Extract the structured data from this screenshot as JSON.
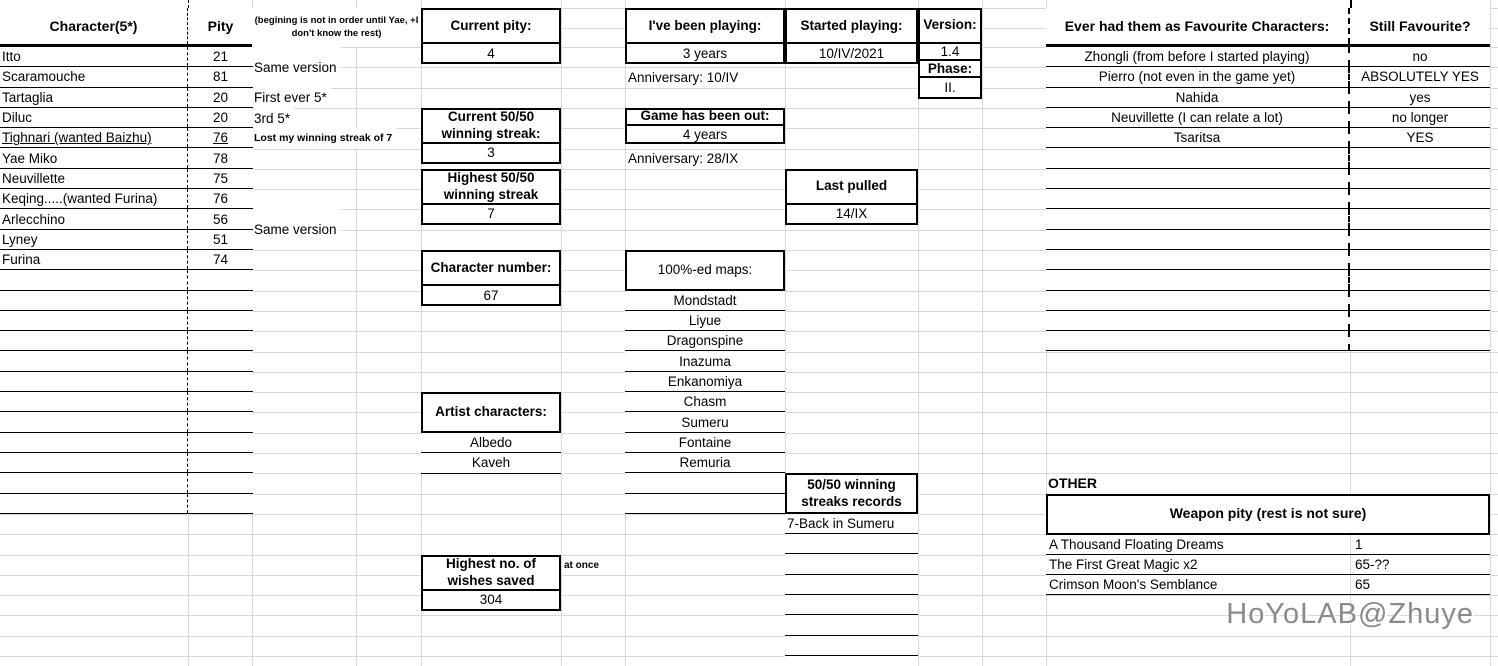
{
  "colors": {
    "border": "#000000",
    "grid": "#d9d9d9",
    "background": "#ffffff",
    "watermark": "#8a8a8a"
  },
  "character_table": {
    "header": {
      "character": "Character(5*)",
      "pity": "Pity",
      "note": "(begining is not in order until Yae, +I don't know the rest)"
    },
    "rows": [
      {
        "name": "Itto",
        "pity": "21"
      },
      {
        "name": "Scaramouche",
        "pity": "81"
      },
      {
        "name": "Tartaglia",
        "pity": "20"
      },
      {
        "name": "Diluc",
        "pity": "20"
      },
      {
        "name": "Tighnari (wanted Baizhu)",
        "pity": "76",
        "underline": true
      },
      {
        "name": "Yae Miko",
        "pity": "78"
      },
      {
        "name": "Neuvillette",
        "pity": "75"
      },
      {
        "name": "Keqing.....(wanted Furina)",
        "pity": "76"
      },
      {
        "name": "Arlecchino",
        "pity": "56"
      },
      {
        "name": "Lyney",
        "pity": "51"
      },
      {
        "name": "Furina",
        "pity": "74"
      }
    ]
  },
  "side_notes": [
    {
      "text": "Same version"
    },
    {
      "text": "First ever 5*"
    },
    {
      "text": "3rd 5*"
    },
    {
      "text": "Lost my winning streak of 7"
    },
    {
      "text": "Same version"
    }
  ],
  "boxes": {
    "current_pity": {
      "label": "Current pity:",
      "value": "4"
    },
    "current_streak": {
      "label": "Current 50/50 winning streak:",
      "value": "3"
    },
    "highest_streak": {
      "label": "Highest 50/50 winning streak",
      "value": "7"
    },
    "character_number": {
      "label": "Character number:",
      "value": "67"
    },
    "artist_characters": {
      "label": "Artist characters:",
      "values": [
        "Albedo",
        "Kaveh"
      ]
    },
    "highest_wishes": {
      "label": "Highest no. of wishes saved",
      "value": "304",
      "annotation": "at once"
    },
    "playing": {
      "label": "I've been playing:",
      "value": "3 years",
      "anniversary": "Anniversary: 10/IV"
    },
    "game_out": {
      "label": "Game has been out:",
      "value": "4 years",
      "anniversary": "Anniversary: 28/IX"
    },
    "started": {
      "label": "Started playing:",
      "value": "10/IV/2021"
    },
    "version": {
      "label": "Version:",
      "value": "1.4",
      "phase_label": "Phase:",
      "phase_value": "II."
    },
    "last_pulled": {
      "label": "Last pulled",
      "value": "14/IX"
    },
    "maps": {
      "label": "100%-ed maps:",
      "values": [
        "Mondstadt",
        "Liyue",
        "Dragonspine",
        "Inazuma",
        "Enkanomiya",
        "Chasm",
        "Sumeru",
        "Fontaine",
        "Remuria"
      ]
    },
    "streak_records": {
      "label": "50/50 winning streaks records",
      "values": [
        "7-Back in Sumeru"
      ]
    }
  },
  "favourites": {
    "header": "Ever had them as Favourite Characters:",
    "still_header": "Still Favourite?",
    "rows": [
      {
        "name": "Zhongli (from before I started playing)",
        "still": "no"
      },
      {
        "name": "Pierro (not even in the game yet)",
        "still": "ABSOLUTELY YES"
      },
      {
        "name": "Nahida",
        "still": "yes"
      },
      {
        "name": "Neuvillette (I can relate a lot)",
        "still": "no longer"
      },
      {
        "name": "Tsaritsa",
        "still": "YES"
      }
    ]
  },
  "other": {
    "label": "OTHER",
    "weapon_title": "Weapon pity (rest is not sure)",
    "rows": [
      {
        "name": "A Thousand Floating Dreams",
        "pity": "1"
      },
      {
        "name": "The First Great Magic x2",
        "pity": "65-??"
      },
      {
        "name": "Crimson Moon's Semblance",
        "pity": "65"
      }
    ]
  },
  "watermark": "HoYoLAB@Zhuye"
}
